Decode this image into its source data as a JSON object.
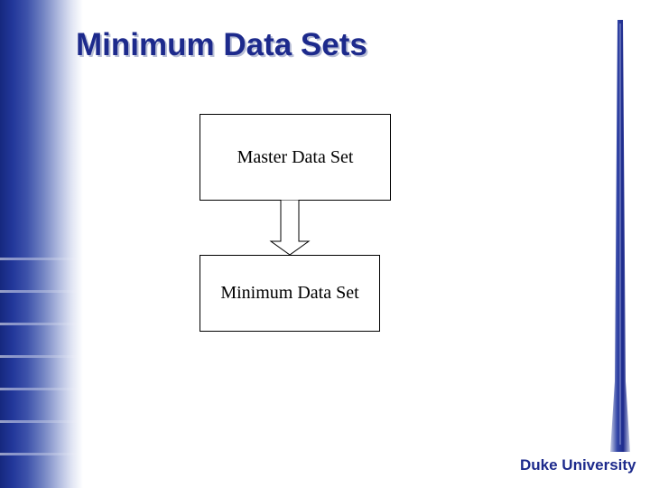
{
  "slide": {
    "title": "Minimum Data Sets"
  },
  "diagram": {
    "top_box_label": "Master Data Set",
    "bottom_box_label": "Minimum Data Set"
  },
  "branding": {
    "logo_text": "Duke University"
  },
  "colors": {
    "title": "#1d2a8c",
    "band_dark": "#16287e",
    "logo": "#1d2a8c"
  }
}
